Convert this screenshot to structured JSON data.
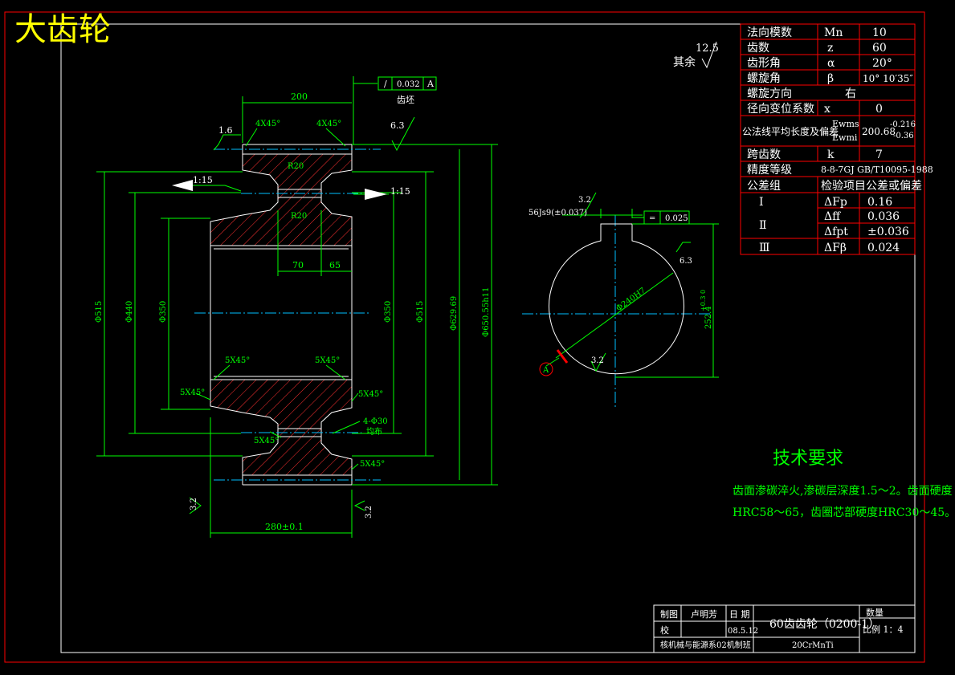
{
  "title": "大齿轮",
  "params": {
    "rows": [
      {
        "name": "法向模数",
        "sym": "Mn",
        "val": "10"
      },
      {
        "name": "齿数",
        "sym": "z",
        "val": "60"
      },
      {
        "name": "齿形角",
        "sym": "α",
        "val": "20°"
      },
      {
        "name": "螺旋角",
        "sym": "β",
        "val": "10° 10′35″"
      },
      {
        "name": "螺旋方向",
        "sym": "",
        "val": "右"
      },
      {
        "name": "径向变位系数",
        "sym": "x",
        "val": "0"
      }
    ],
    "wkn_label": "公法线平均长度及偏差",
    "wkn_sym_1": "Ewms",
    "wkn_sym_2": "Ewmi",
    "wkn_value": "200.68",
    "wkn_tol_up": "-0.216",
    "wkn_tol_low": "-0.36",
    "k_name": "跨齿数",
    "k_sym": "k",
    "k_val": "7",
    "accuracy_name": "精度等级",
    "accuracy_val": "8-8-7GJ GB/T10095-1988",
    "group_header": "公差组",
    "check_header": "检验项目公差或偏差",
    "tolerances": [
      {
        "group": "Ⅰ",
        "sym": "ΔFp",
        "val": "0.16"
      },
      {
        "group": "Ⅱ",
        "sym": "Δff",
        "val": "0.036"
      },
      {
        "group": "",
        "sym": "Δfpt",
        "val": "±0.036"
      },
      {
        "group": "Ⅲ",
        "sym": "ΔFβ",
        "val": "0.024"
      }
    ]
  },
  "roughness_rest": "12.5",
  "roughness_rest_label": "其余",
  "tech_req": {
    "title": "技术要求",
    "line1": "齿面渗碳淬火,渗碳层深度1.5～2。齿面硬度",
    "line2": "HRC58～65，齿圈芯部硬度HRC30～45。"
  },
  "dims": {
    "d200": "200",
    "runout_sym": "/",
    "runout_val": "0.032",
    "runout_ref": "A",
    "runout_note": "齿坯",
    "ch_4x45_a": "4X45°",
    "ch_4x45_b": "4X45°",
    "r16": "1.6",
    "r63": "6.3",
    "r20a": "R20",
    "r20b": "R20",
    "taper_l": "1:15",
    "taper_r": "1:15",
    "d70": "70",
    "d65": "65",
    "d515a": "Φ515",
    "d440": "Φ440",
    "d350a": "Φ350",
    "d350b": "Φ350",
    "d515b": "Φ515",
    "d629": "Φ629.69",
    "d650": "Φ650.55h11",
    "ch_5x45_a": "5X45°",
    "ch_5x45_b": "5X45°",
    "ch_5x45_c": "5X45°",
    "ch_5x45_d": "5X45°",
    "ch_5x45_e": "5X45°",
    "ch_5x45_f": "5X45°",
    "holes": "4-Φ30",
    "holes_note": "均布",
    "r32a": "3.2",
    "r32b": "3.2",
    "d280": "280±0.1",
    "kw_rough": "3.2",
    "kw_width": "56Js9(±0.037)",
    "sym_sym": "=",
    "sym_val": "0.025",
    "kw_r63": "6.3",
    "bore": "Φ240H7",
    "bore_rough": "3.2",
    "datum": "A",
    "kw_depth": "252.4",
    "kw_depth_tol": "+0.3 0"
  },
  "title_block": {
    "drawn_label": "制图",
    "drawn_name": "卢明芳",
    "check_label": "校",
    "date_label": "日 期",
    "date_val": "08.5.12",
    "part_name": "60齿齿轮（0200-1）",
    "qty_label": "数量",
    "scale_label": "比例 1：4",
    "school": "核机械与能源系02机制班",
    "material": "20CrMnTi"
  }
}
